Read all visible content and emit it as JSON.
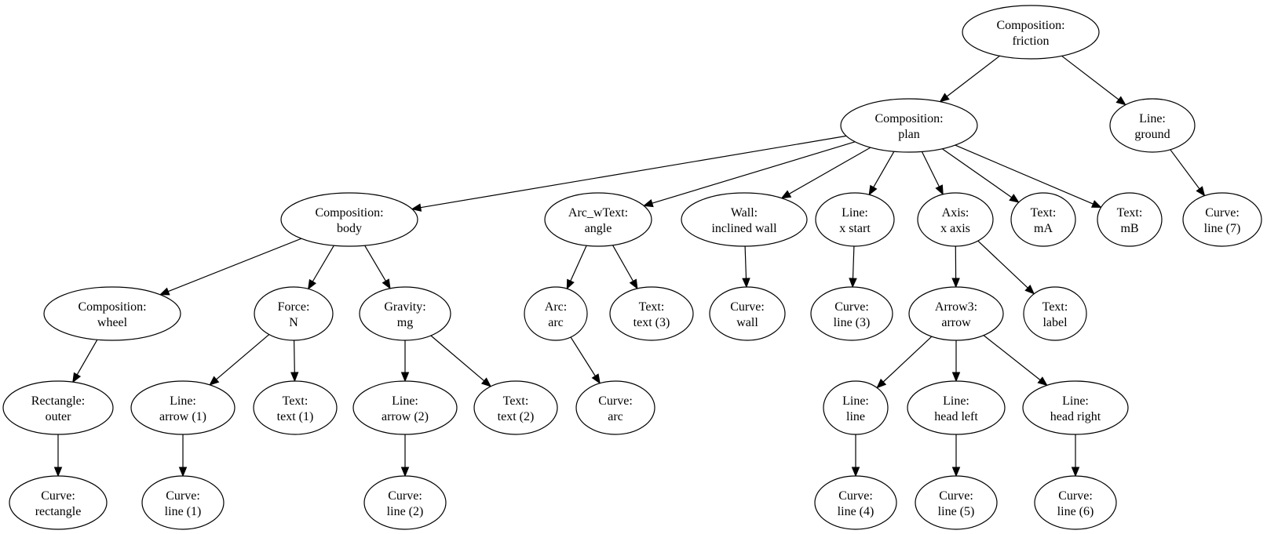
{
  "nodes": [
    {
      "id": "friction",
      "line1": "Composition:",
      "line2": "friction"
    },
    {
      "id": "plan",
      "line1": "Composition:",
      "line2": "plan"
    },
    {
      "id": "ground",
      "line1": "Line:",
      "line2": "ground"
    },
    {
      "id": "line7",
      "line1": "Curve:",
      "line2": "line (7)"
    },
    {
      "id": "body",
      "line1": "Composition:",
      "line2": "body"
    },
    {
      "id": "angle",
      "line1": "Arc_wText:",
      "line2": "angle"
    },
    {
      "id": "wall",
      "line1": "Wall:",
      "line2": "inclined wall"
    },
    {
      "id": "xstart",
      "line1": "Line:",
      "line2": "x start"
    },
    {
      "id": "xaxis",
      "line1": "Axis:",
      "line2": "x axis"
    },
    {
      "id": "mA",
      "line1": "Text:",
      "line2": "mA"
    },
    {
      "id": "mB",
      "line1": "Text:",
      "line2": "mB"
    },
    {
      "id": "wheel",
      "line1": "Composition:",
      "line2": "wheel"
    },
    {
      "id": "forceN",
      "line1": "Force:",
      "line2": "N"
    },
    {
      "id": "gravity",
      "line1": "Gravity:",
      "line2": "mg"
    },
    {
      "id": "arc",
      "line1": "Arc:",
      "line2": "arc"
    },
    {
      "id": "text3",
      "line1": "Text:",
      "line2": "text (3)"
    },
    {
      "id": "curvewall",
      "line1": "Curve:",
      "line2": "wall"
    },
    {
      "id": "line3",
      "line1": "Curve:",
      "line2": "line (3)"
    },
    {
      "id": "arrow3",
      "line1": "Arrow3:",
      "line2": "arrow"
    },
    {
      "id": "label",
      "line1": "Text:",
      "line2": "label"
    },
    {
      "id": "outer",
      "line1": "Rectangle:",
      "line2": "outer"
    },
    {
      "id": "arrow1",
      "line1": "Line:",
      "line2": "arrow (1)"
    },
    {
      "id": "text1",
      "line1": "Text:",
      "line2": "text (1)"
    },
    {
      "id": "arrow2",
      "line1": "Line:",
      "line2": "arrow (2)"
    },
    {
      "id": "text2",
      "line1": "Text:",
      "line2": "text (2)"
    },
    {
      "id": "curvearc",
      "line1": "Curve:",
      "line2": "arc"
    },
    {
      "id": "lineline",
      "line1": "Line:",
      "line2": "line"
    },
    {
      "id": "headleft",
      "line1": "Line:",
      "line2": "head left"
    },
    {
      "id": "headright",
      "line1": "Line:",
      "line2": "head right"
    },
    {
      "id": "rectangle",
      "line1": "Curve:",
      "line2": "rectangle"
    },
    {
      "id": "line1",
      "line1": "Curve:",
      "line2": "line (1)"
    },
    {
      "id": "line2",
      "line1": "Curve:",
      "line2": "line (2)"
    },
    {
      "id": "line4",
      "line1": "Curve:",
      "line2": "line (4)"
    },
    {
      "id": "line5",
      "line1": "Curve:",
      "line2": "line (5)"
    },
    {
      "id": "line6",
      "line1": "Curve:",
      "line2": "line (6)"
    }
  ],
  "edges": [
    {
      "from": "friction",
      "to": "plan"
    },
    {
      "from": "friction",
      "to": "ground"
    },
    {
      "from": "ground",
      "to": "line7"
    },
    {
      "from": "plan",
      "to": "body"
    },
    {
      "from": "plan",
      "to": "angle"
    },
    {
      "from": "plan",
      "to": "wall"
    },
    {
      "from": "plan",
      "to": "xstart"
    },
    {
      "from": "plan",
      "to": "xaxis"
    },
    {
      "from": "plan",
      "to": "mA"
    },
    {
      "from": "plan",
      "to": "mB"
    },
    {
      "from": "body",
      "to": "wheel"
    },
    {
      "from": "body",
      "to": "forceN"
    },
    {
      "from": "body",
      "to": "gravity"
    },
    {
      "from": "wheel",
      "to": "outer"
    },
    {
      "from": "outer",
      "to": "rectangle"
    },
    {
      "from": "forceN",
      "to": "arrow1"
    },
    {
      "from": "forceN",
      "to": "text1"
    },
    {
      "from": "arrow1",
      "to": "line1"
    },
    {
      "from": "gravity",
      "to": "arrow2"
    },
    {
      "from": "gravity",
      "to": "text2"
    },
    {
      "from": "arrow2",
      "to": "line2"
    },
    {
      "from": "angle",
      "to": "arc"
    },
    {
      "from": "angle",
      "to": "text3"
    },
    {
      "from": "arc",
      "to": "curvearc"
    },
    {
      "from": "wall",
      "to": "curvewall"
    },
    {
      "from": "xstart",
      "to": "line3"
    },
    {
      "from": "xaxis",
      "to": "arrow3"
    },
    {
      "from": "xaxis",
      "to": "label"
    },
    {
      "from": "arrow3",
      "to": "lineline"
    },
    {
      "from": "arrow3",
      "to": "headleft"
    },
    {
      "from": "arrow3",
      "to": "headright"
    },
    {
      "from": "lineline",
      "to": "line4"
    },
    {
      "from": "headleft",
      "to": "line5"
    },
    {
      "from": "headright",
      "to": "line6"
    }
  ]
}
